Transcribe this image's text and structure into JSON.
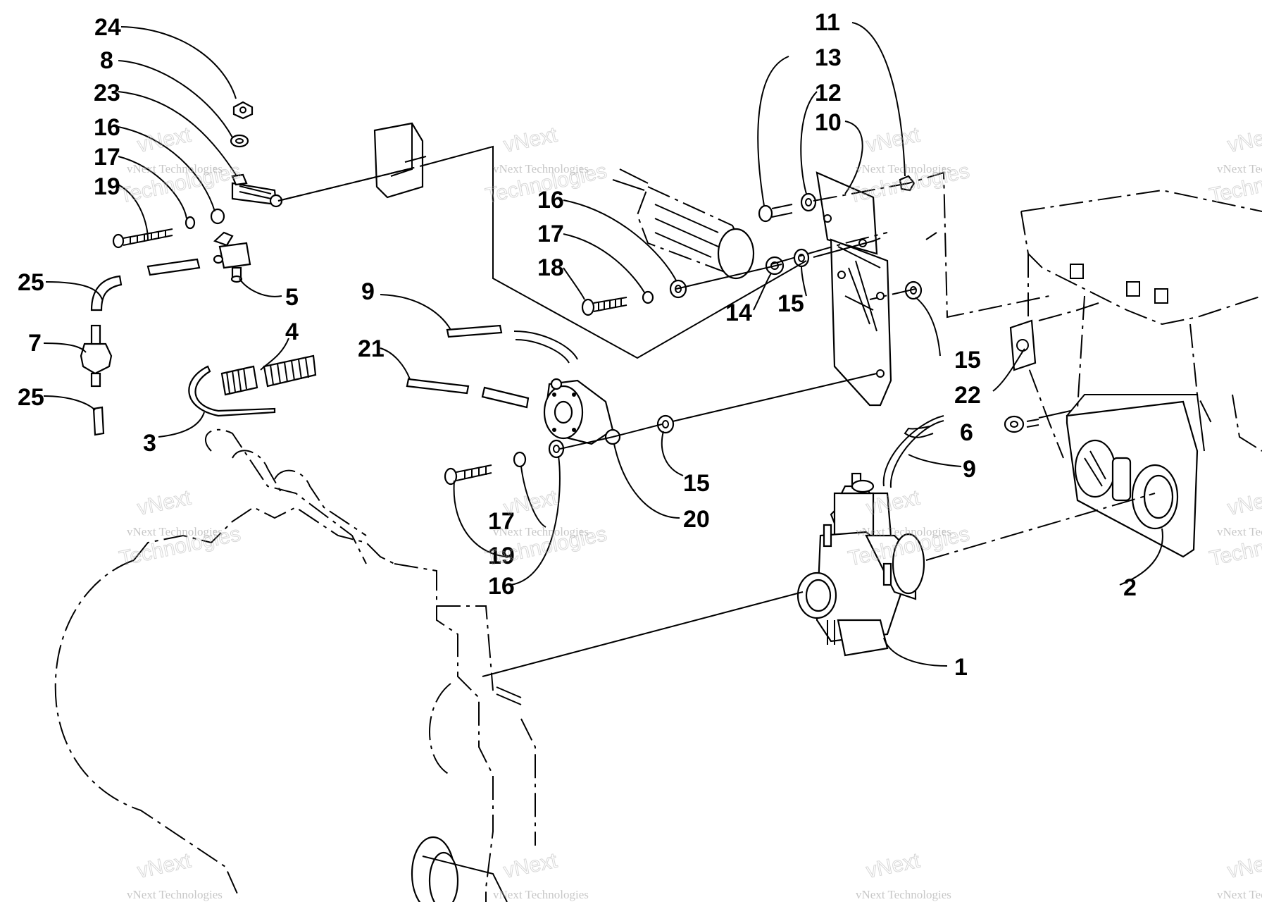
{
  "watermark": {
    "line1": "vNext",
    "line2": "vNext Technologies",
    "line3": "Technologies"
  },
  "callouts": [
    {
      "id": "c24",
      "label": "24"
    },
    {
      "id": "c8",
      "label": "8"
    },
    {
      "id": "c23",
      "label": "23"
    },
    {
      "id": "c16a",
      "label": "16"
    },
    {
      "id": "c17a",
      "label": "17"
    },
    {
      "id": "c19a",
      "label": "19"
    },
    {
      "id": "c25a",
      "label": "25"
    },
    {
      "id": "c5",
      "label": "5"
    },
    {
      "id": "c4",
      "label": "4"
    },
    {
      "id": "c7",
      "label": "7"
    },
    {
      "id": "c25b",
      "label": "25"
    },
    {
      "id": "c3",
      "label": "3"
    },
    {
      "id": "c9a",
      "label": "9"
    },
    {
      "id": "c21",
      "label": "21"
    },
    {
      "id": "c16b",
      "label": "16"
    },
    {
      "id": "c17b",
      "label": "17"
    },
    {
      "id": "c18",
      "label": "18"
    },
    {
      "id": "c14",
      "label": "14"
    },
    {
      "id": "c15a",
      "label": "15"
    },
    {
      "id": "c11",
      "label": "11"
    },
    {
      "id": "c13",
      "label": "13"
    },
    {
      "id": "c12",
      "label": "12"
    },
    {
      "id": "c10",
      "label": "10"
    },
    {
      "id": "c15b",
      "label": "15"
    },
    {
      "id": "c22",
      "label": "22"
    },
    {
      "id": "c6",
      "label": "6"
    },
    {
      "id": "c9b",
      "label": "9"
    },
    {
      "id": "c15c",
      "label": "15"
    },
    {
      "id": "c20",
      "label": "20"
    },
    {
      "id": "c17c",
      "label": "17"
    },
    {
      "id": "c19b",
      "label": "19"
    },
    {
      "id": "c16c",
      "label": "16"
    },
    {
      "id": "c2",
      "label": "2"
    },
    {
      "id": "c1",
      "label": "1"
    }
  ]
}
